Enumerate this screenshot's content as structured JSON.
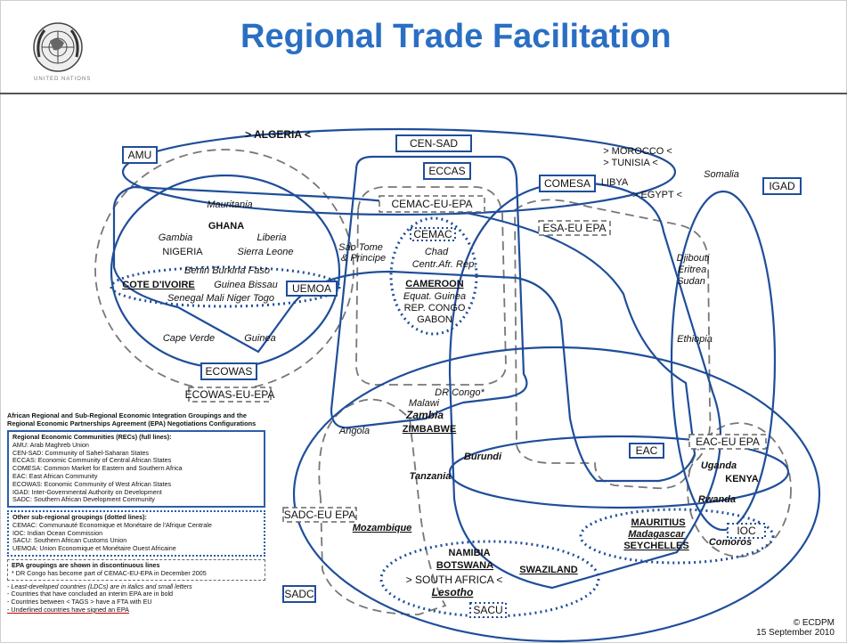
{
  "title": "Regional Trade Facilitation",
  "boxes": {
    "amu": "AMU",
    "cen_sad": "CEN-SAD",
    "eccas": "ECCAS",
    "comesa": "COMESA",
    "igad": "IGAD",
    "cemac_eu_epa": "CEMAC-EU-EPA",
    "cemac": "CEMAC",
    "esa_eu_epa": "ESA-EU EPA",
    "ecowas": "ECOWAS",
    "ecowas_eu_epa": "ECOWAS-EU-EPA",
    "uemoa": "UEMOA",
    "eac": "EAC",
    "eac_eu_epa": "EAC-EU EPA",
    "ioc": "IOC",
    "sadc_eu_epa": "SADC-EU EPA",
    "sadc": "SADC",
    "sacu": "SACU"
  },
  "countries": {
    "algeria": "> ALGERIA <",
    "morocco": "> MOROCCO <",
    "tunisia": "> TUNISIA <",
    "libya": "LIBYA",
    "egypt": "> EGYPT <",
    "somalia": "Somalia",
    "mauritania": "Mauritania",
    "ghana": "GHANA",
    "gambia": "Gambia",
    "liberia": "Liberia",
    "nigeria": "NIGERIA",
    "sierra_leone": "Sierra Leone",
    "benin_bf": "Benin Burkina Faso",
    "cote": "COTE D'IVOIRE",
    "guinea_bissau": "Guinea Bissau",
    "sen_mali": "Senegal  Mali  Niger Togo",
    "cape_verde": "Cape Verde",
    "guinea": "Guinea",
    "sao_tome": "Sao Tome",
    "principe": "& Principe",
    "chad": "Chad",
    "car": "Centr.Afr. Rep.",
    "cameroon": "CAMEROON",
    "eq_guinea": "Equat. Guinea",
    "rep_congo": "REP. CONGO",
    "gabon": "GABON",
    "djibouti": "Djibouti",
    "eritrea": "Eritrea",
    "sudan": "Sudan",
    "ethiopia": "Ethiopia",
    "dr_congo": "DR Congo*",
    "malawi": "Malawi",
    "zambia": "Zambia",
    "zimbabwe": "ZIMBABWE",
    "angola": "Angola",
    "burundi": "Burundi",
    "tanzania": "Tanzania",
    "uganda": "Uganda",
    "kenya": "KENYA",
    "rwanda": "Rwanda",
    "mozambique": "Mozambique",
    "mauritius": "MAURITIUS",
    "madagascar": "Madagascar",
    "seychelles": "SEYCHELLES",
    "comoros": "Comoros",
    "namibia": "NAMIBIA",
    "botswana": "BOTSWANA",
    "south_africa": "> SOUTH AFRICA <",
    "lesotho": "Lesotho",
    "swaziland": "SWAZILAND"
  },
  "legend": {
    "heading": "African Regional and Sub-Regional Economic Integration Groupings and the Regional Economic Partnerships Agreement (EPA) Negotiations Configurations",
    "recs_title": "Regional Economic Communities (RECs) (full lines):",
    "recs": [
      "AMU: Arab Maghreb Union",
      "CEN-SAD: Community of Sahel-Saharan States",
      "ECCAS: Economic Community of Central African States",
      "COMESA: Common Market for Eastern and Southern Africa",
      "EAC: East African Community",
      "ECOWAS: Economic Community of West African States",
      "IGAD: Inter-Governmental Authority on Development",
      "SADC: Southern African Development Community"
    ],
    "sub_title": "Other sub-regional groupings (dotted lines):",
    "subs": [
      "CEMAC: Communauté Economique et Monétaire de l'Afrique Centrale",
      "IOC: Indian Ocean Commission",
      "SACU: Southern African Customs Union",
      "UEMOA: Union Economique et Monétaire Ouest Africaine"
    ],
    "epa_title": "EPA groupings are shown in discontinuous lines",
    "epa_note": "* DR Congo has become part of CEMAC-EU-EPA in December 2005",
    "notes": [
      "- Least-developed countries (LDCs) are in italics and small letters",
      "- Countries that have concluded an interim EPA are in bold",
      "- Countries between  < TAGS > have a FTA with EU",
      "- Underlined countries have signed an EPA"
    ]
  },
  "footer": {
    "copyright": "© ECDPM",
    "date": "15 September 2010"
  }
}
